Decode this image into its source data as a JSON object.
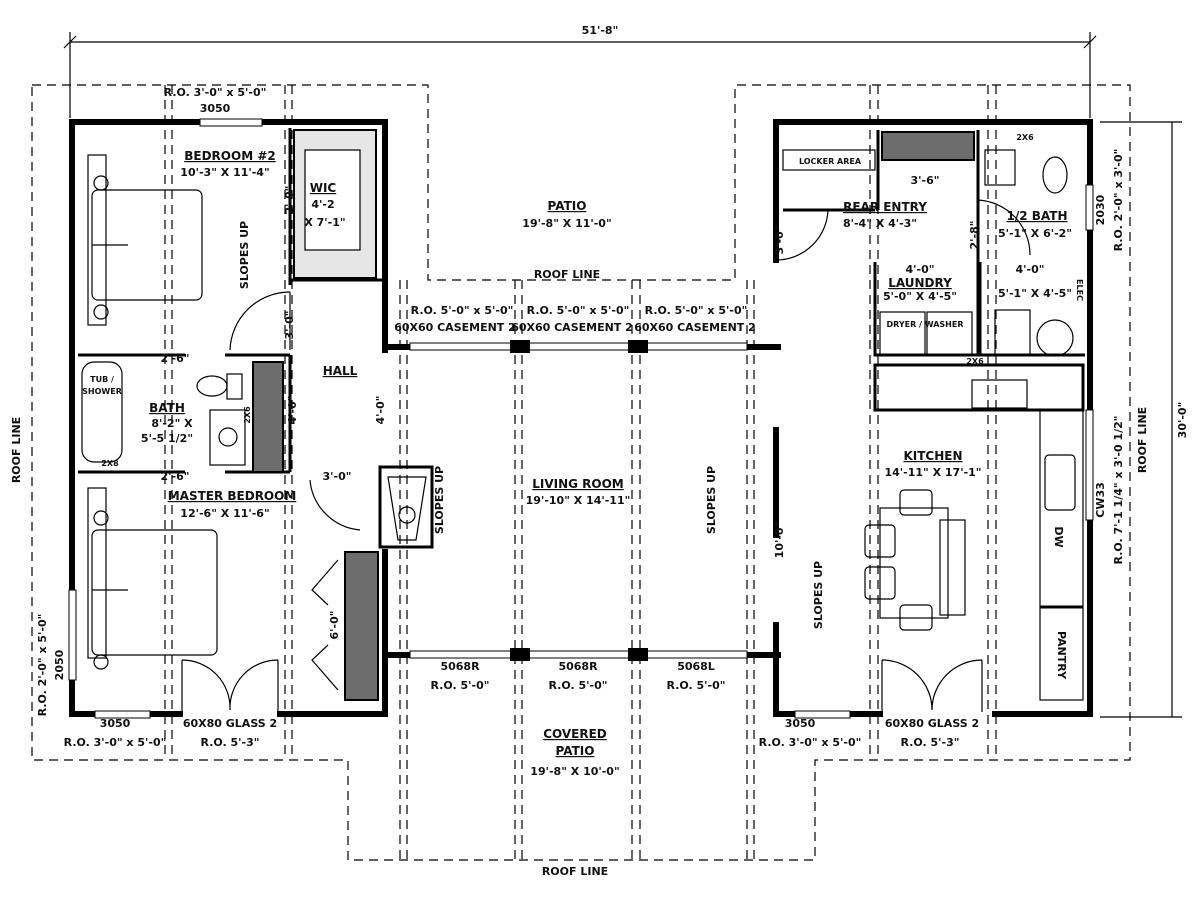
{
  "dimensions": {
    "overall_width": "51'-8\"",
    "overall_depth": "30'-0\""
  },
  "roof_line": "ROOF LINE",
  "slopes_up": "SLOPES UP",
  "left_wing": {
    "top_window_ro": "R.O. 3'-0\" x 5'-0\"",
    "top_window_code": "3050",
    "bedroom2": {
      "name": "BEDROOM #2",
      "size": "10'-3\" X 11'-4\""
    },
    "wic": {
      "name": "WIC",
      "size_a": "4'-2",
      "size_b": "X 7'-1\"",
      "door": "2'-0\""
    },
    "bed2_door": "3'-0\"",
    "hall": "HALL",
    "hall_width": "4'-0\"",
    "closet_door": "4'-0\"",
    "bath": {
      "name": "BATH",
      "size_a": "8'-2\" X",
      "size_b": "5'-5 1/2\"",
      "tub": "TUB /",
      "shower": "SHOWER",
      "wall_2x6": "2X6",
      "wall_2x8": "2X8",
      "door_top": "2'-6\"",
      "door_bottom": "2'-6\""
    },
    "master_door": "3'-0\"",
    "master_bedroom": {
      "name": "MASTER BEDROOM",
      "size": "12'-6\" X 11'-6\""
    },
    "master_closet": "6'-0\"",
    "side_window_code": "2050",
    "side_window_ro": "R.O. 2'-0\" x 5'-0\"",
    "bottom_window_code": "3050",
    "bottom_window_ro": "R.O. 3'-0\" x 5'-0\"",
    "glass_door": "60X80 GLASS 2",
    "glass_door_ro": "R.O. 5'-3\""
  },
  "center": {
    "patio": {
      "name": "PATIO",
      "size": "19'-8\" X 11'-0\""
    },
    "casements": [
      {
        "ro": "R.O. 5'-0\" x 5'-0\"",
        "code": "60X60 CASEMENT 2"
      },
      {
        "ro": "R.O. 5'-0\" x 5'-0\"",
        "code": "60X60 CASEMENT 2"
      },
      {
        "ro": "R.O. 5'-0\" x 5'-0\"",
        "code": "60X60 CASEMENT 2"
      }
    ],
    "living_room": {
      "name": "LIVING ROOM",
      "size": "19'-10\" X 14'-11\""
    },
    "sliders": [
      {
        "code": "5068R",
        "ro": "R.O. 5'-0\""
      },
      {
        "code": "5068R",
        "ro": "R.O. 5'-0\""
      },
      {
        "code": "5068L",
        "ro": "R.O. 5'-0\""
      }
    ],
    "covered_patio": {
      "line1": "COVERED",
      "line2": "PATIO",
      "size": "19'-8\" X 10'-0\""
    }
  },
  "right_wing": {
    "locker_area": "LOCKER AREA",
    "closet_door": "3'-6\"",
    "rear_entry": {
      "name": "REAR ENTRY",
      "size": "8'-4\" X 4'-3\"",
      "door": "3'-0\""
    },
    "half_bath": {
      "name": "1/2 BATH",
      "size": "5'-1\" X 6'-2\"",
      "door": "2'-8\"",
      "wall": "2X6"
    },
    "laundry": {
      "name": "LAUNDRY",
      "size": "5'-0\" X 4'-5\"",
      "door": "4'-0\"",
      "appliances": "DRYER / WASHER",
      "wall": "2X6"
    },
    "mech": {
      "door": "4'-0\"",
      "size": "5'-1\" X 4'-5\"",
      "panel": "ELEC"
    },
    "kitchen": {
      "name": "KITCHEN",
      "size": "14'-11\" X 17'-1\"",
      "dw": "DW",
      "pantry": "PANTRY"
    },
    "living_opening": "10'-0\"",
    "side_window_code": "2030",
    "side_window_ro": "R.O. 2'-0\" x 3'-0\"",
    "kitchen_window_code": "CW33",
    "kitchen_window_ro": "R.O. 7'-1 1/4\" x 3'-0 1/2\"",
    "bottom_window_code": "3050",
    "bottom_window_ro": "R.O. 3'-0\" x 5'-0\"",
    "glass_door": "60X80 GLASS 2",
    "glass_door_ro": "R.O. 5'-3\""
  }
}
